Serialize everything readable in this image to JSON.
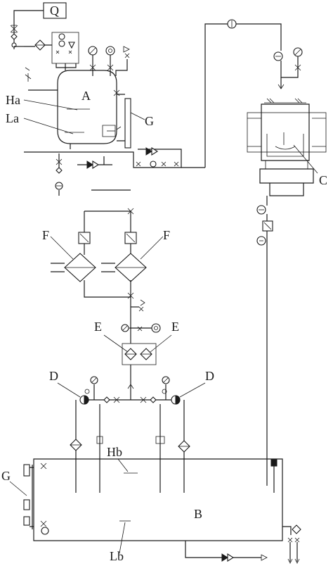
{
  "labels": {
    "Q": "Q",
    "A": "A",
    "Ha": "Ha",
    "La": "La",
    "G_top": "G",
    "C": "C",
    "F_left": "F",
    "F_right": "F",
    "E_left": "E",
    "E_right": "E",
    "D_left": "D",
    "D_right": "D",
    "Hb": "Hb",
    "G_bottom": "G",
    "B": "B",
    "Lb": "Lb"
  }
}
